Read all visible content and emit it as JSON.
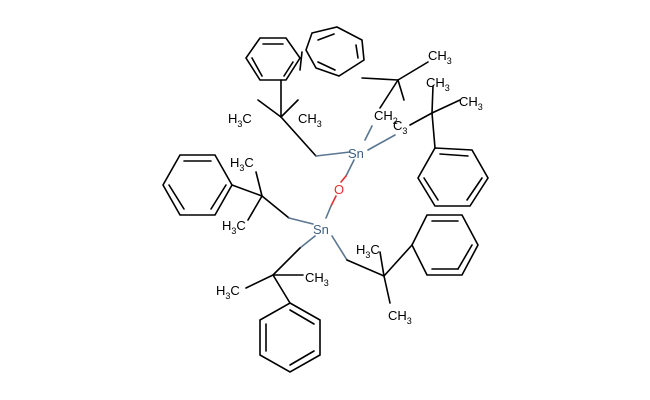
{
  "diagram": {
    "type": "chemical-structure",
    "compound": "Bis[tris(2-methyl-2-phenylpropyl)tin] oxide",
    "atoms": {
      "sn_top": "Sn",
      "sn_bottom": "Sn",
      "oxygen": "O"
    },
    "labels": {
      "ch3": "CH",
      "h3c": "H",
      "c": "C",
      "three": "3",
      "ch2": "CH",
      "two": "2"
    },
    "colors": {
      "bond": "#000000",
      "tin": "#3c6080",
      "oxygen": "#e03030",
      "background": "#ffffff"
    }
  }
}
